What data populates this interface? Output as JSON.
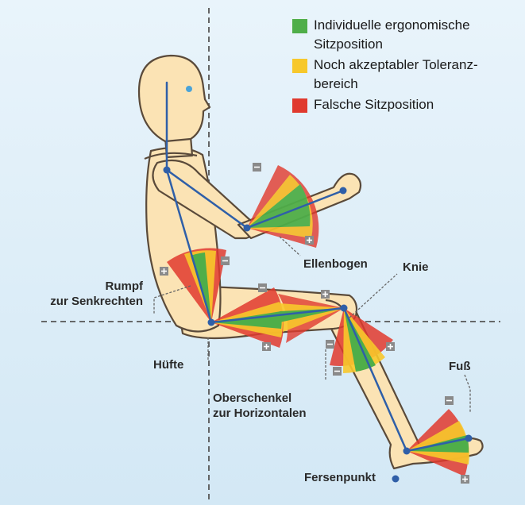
{
  "legend": {
    "items": [
      {
        "label_line1": "Individuelle ergonomische",
        "label_line2": "Sitzposition",
        "color": "#4fae49"
      },
      {
        "label_line1": "Noch akzeptabler Toleranz-",
        "label_line2": "bereich",
        "color": "#f7c82b"
      },
      {
        "label_line1": "Falsche Sitzposition",
        "label_line2": "",
        "color": "#e03a2e"
      }
    ]
  },
  "labels": {
    "ellenbogen": "Ellenbogen",
    "knie": "Knie",
    "rumpf_line1": "Rumpf",
    "rumpf_line2": "zur Senkrechten",
    "huefte": "Hüfte",
    "oberschenkel_line1": "Oberschenkel",
    "oberschenkel_line2": "zur Horizontalen",
    "fuss": "Fuß",
    "fersenpunkt": "Fersenpunkt"
  },
  "colors": {
    "body_fill": "#fbe3b4",
    "body_outline": "#5a4a3a",
    "skeleton": "#2f5fa8",
    "reference_line": "#555555"
  }
}
